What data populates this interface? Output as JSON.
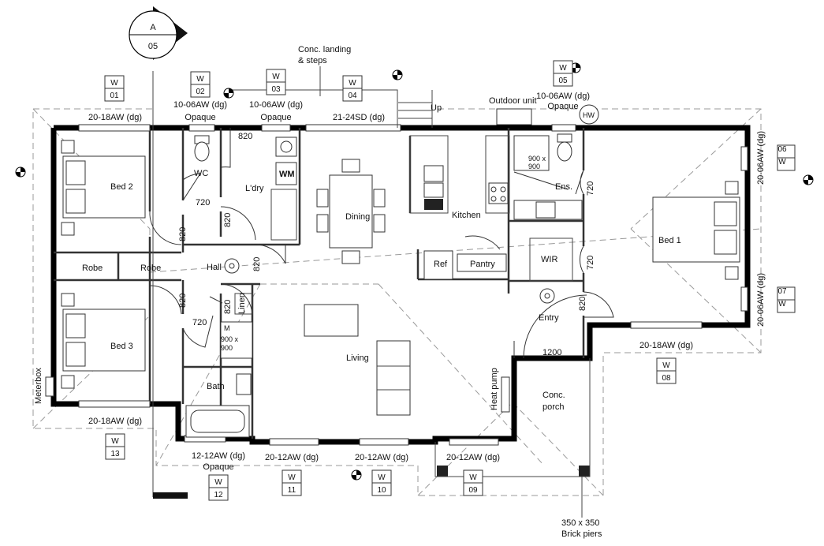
{
  "section_marker": {
    "letter": "A",
    "number": "05"
  },
  "rooms": {
    "bed2": "Bed 2",
    "bed3": "Bed 3",
    "bed1": "Bed 1",
    "wc": "WC",
    "laundry": "L'dry",
    "wm": "WM",
    "dining": "Dining",
    "kitchen": "Kitchen",
    "ensuite": "Ens.",
    "robe1": "Robe",
    "robe2": "Robe",
    "hall": "Hall",
    "linen": "Linen",
    "bath": "Bath",
    "living": "Living",
    "ref": "Ref",
    "pantry": "Pantry",
    "wir": "WIR",
    "entry": "Entry",
    "porch_line1": "Conc.",
    "porch_line2": "porch",
    "heat_pump": "Heat pump",
    "meterbox": "Meterbox",
    "outdoor_unit": "Outdoor unit",
    "hw": "HW"
  },
  "notes": {
    "landing_line1": "Conc. landing",
    "landing_line2": "& steps",
    "up": "Up",
    "piers_line1": "350 x 350",
    "piers_line2": "Brick piers",
    "shower1_line1": "900 x",
    "shower1_line2": "900",
    "shower2_line1": "900 x",
    "shower2_line2": "900",
    "shower2_m": "M"
  },
  "door_widths": {
    "d_wc_top": "820",
    "d_wc": "720",
    "d_hall_l1": "820",
    "d_ldry": "820",
    "d_hall_r": "820",
    "d_hall_l2": "820",
    "d_bed3": "720",
    "d_linen": "820",
    "d_ens": "720",
    "d_wir": "720",
    "d_entry": "820",
    "d_front": "1200"
  },
  "windows": [
    {
      "tag": "W",
      "num": "01",
      "spec": "20-18AW (dg)",
      "note": ""
    },
    {
      "tag": "W",
      "num": "02",
      "spec": "10-06AW (dg)",
      "note": "Opaque"
    },
    {
      "tag": "W",
      "num": "03",
      "spec": "10-06AW (dg)",
      "note": "Opaque"
    },
    {
      "tag": "W",
      "num": "04",
      "spec": "21-24SD (dg)",
      "note": ""
    },
    {
      "tag": "W",
      "num": "05",
      "spec": "10-06AW (dg)",
      "note": "Opaque"
    },
    {
      "tag": "W",
      "num": "06",
      "spec": "20-06AW (dg)",
      "note": ""
    },
    {
      "tag": "W",
      "num": "07",
      "spec": "20-06AW (dg)",
      "note": ""
    },
    {
      "tag": "W",
      "num": "08",
      "spec": "20-18AW (dg)",
      "note": ""
    },
    {
      "tag": "W",
      "num": "09",
      "spec": "20-12AW (dg)",
      "note": ""
    },
    {
      "tag": "W",
      "num": "10",
      "spec": "20-12AW (dg)",
      "note": ""
    },
    {
      "tag": "W",
      "num": "11",
      "spec": "20-12AW (dg)",
      "note": ""
    },
    {
      "tag": "W",
      "num": "12",
      "spec": "12-12AW (dg)",
      "note": "Opaque"
    },
    {
      "tag": "W",
      "num": "13",
      "spec": "20-18AW (dg)",
      "note": ""
    }
  ]
}
